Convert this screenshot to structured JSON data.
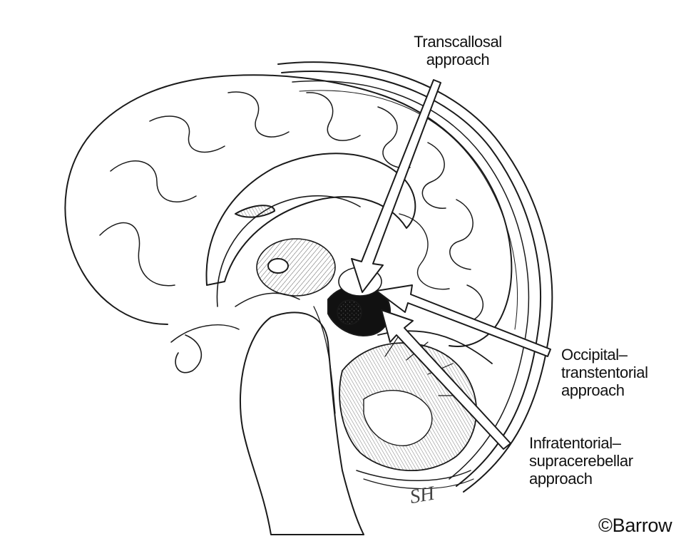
{
  "diagram": {
    "labels": {
      "transcallosal": [
        "Transcallosal",
        "approach"
      ],
      "occipital": [
        "Occipital–",
        "transtentorial",
        "approach"
      ],
      "infratentorial": [
        "Infratentorial–",
        "supracerebellar",
        "approach"
      ]
    },
    "signature": "SH",
    "credit": {
      "symbol": "©",
      "text": "Barrow"
    },
    "colors": {
      "ink": "#1a1a1a",
      "paper": "#ffffff"
    }
  }
}
